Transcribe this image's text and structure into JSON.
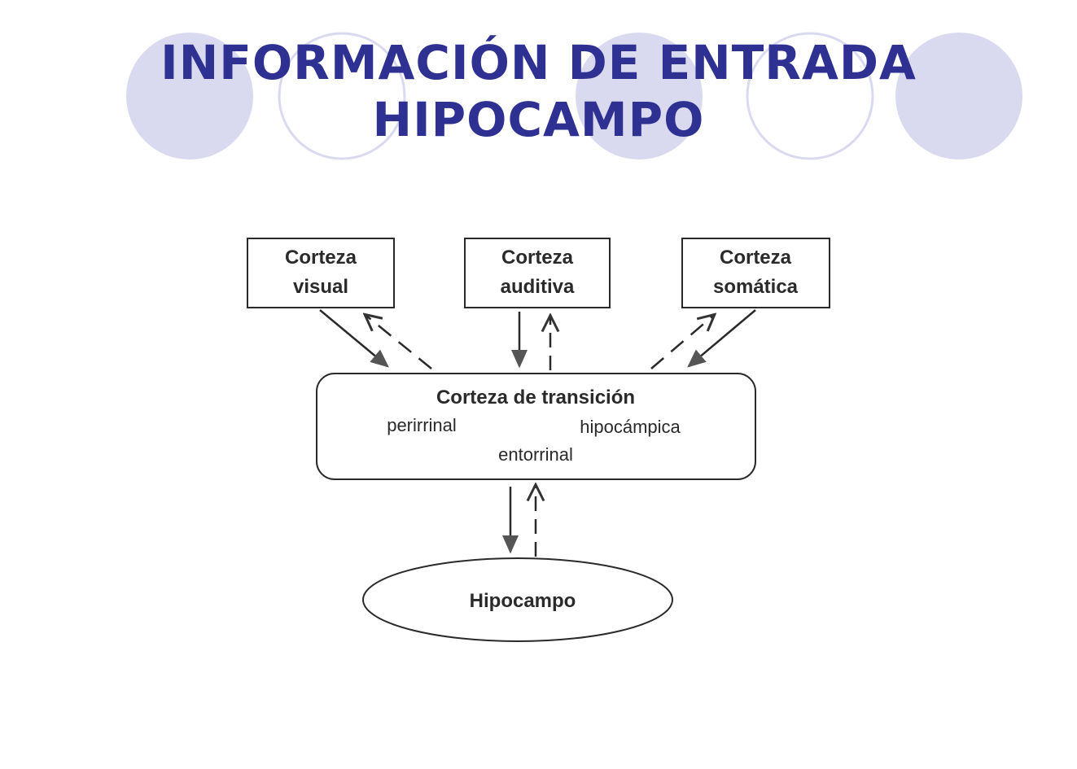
{
  "title": {
    "line1": "INFORMACIÓN DE ENTRADA",
    "line2": "HIPOCAMPO"
  },
  "colors": {
    "title": "#2e3192",
    "circle_fill": "#d9daf0",
    "circle_stroke": "#d9daf0",
    "diagram_ink": "#2a2a2a"
  },
  "diagram": {
    "cortex_boxes": [
      {
        "line1": "Corteza",
        "line2": "visual"
      },
      {
        "line1": "Corteza",
        "line2": "auditiva"
      },
      {
        "line1": "Corteza",
        "line2": "somática"
      }
    ],
    "transition": {
      "title": "Corteza de transición",
      "left": "perirrinal",
      "right": "hipocámpica",
      "center": "entorrinal"
    },
    "hippocampus": "Hipocampo"
  }
}
